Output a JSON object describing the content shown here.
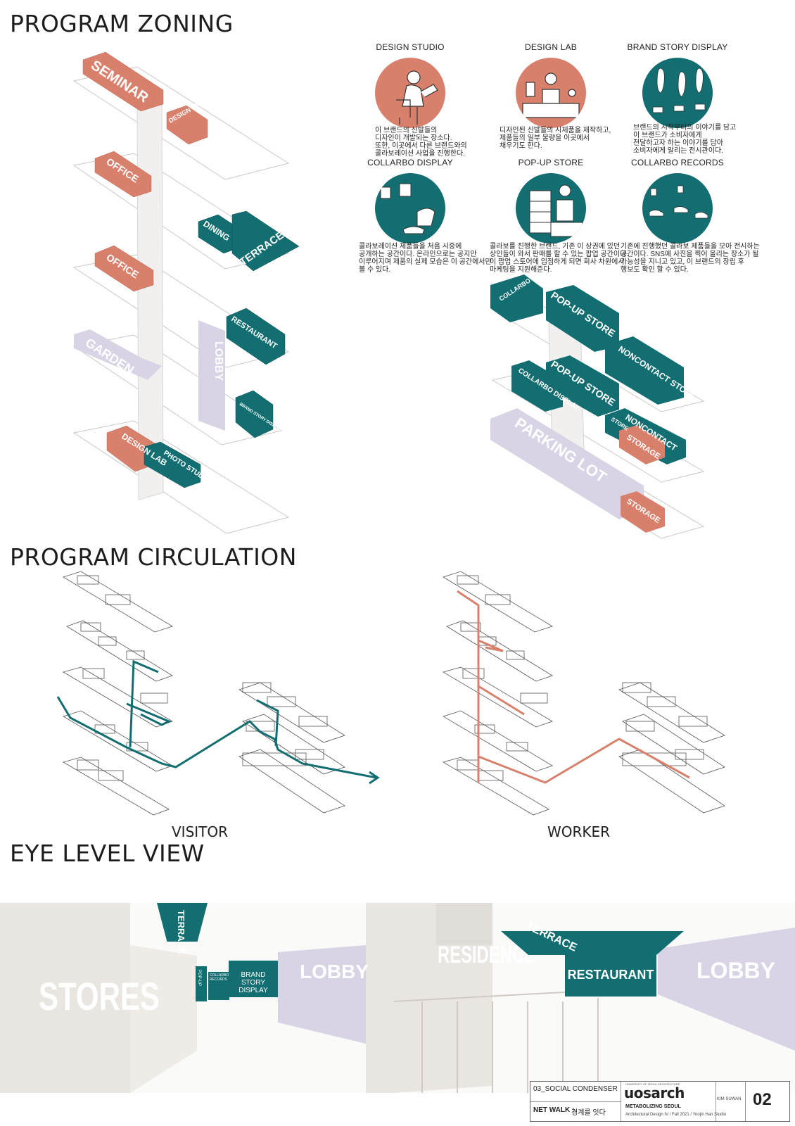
{
  "titles": {
    "zoning": "PROGRAM ZONING",
    "circulation": "PROGRAM CIRCULATION",
    "eye_level": "EYE LEVEL VIEW"
  },
  "colors": {
    "salmon": "#D8806C",
    "teal": "#126E70",
    "lavender": "#D8D4E6",
    "grey": "#E9E6E1"
  },
  "zoning_labels": {
    "seminar": "SEMINAR",
    "design_studio": "DESIGN STUDIO",
    "office1": "OFFICE",
    "office2": "OFFICE",
    "dining": "DINING",
    "terrace": "TERRACE",
    "restaurant": "RESTAURANT",
    "garden": "GARDEN",
    "lobby": "LOBBY",
    "brand_story_display": "BRAND STORY DISPLAY",
    "design_lab": "DESIGN LAB",
    "photo_studio": "PHOTO STUDIO",
    "collarbo_records": "COLLARBO RECORDS",
    "popup_store1": "POP-UP STORE",
    "noncontact_store1": "NONCONTACT STORE",
    "collarbo_display": "COLLARBO DISPLAY",
    "popup_store2": "POP-UP STORE",
    "noncontact_store2": "NONCONTACT",
    "store_small": "STORE",
    "storage1": "STORAGE",
    "parking_lot": "PARKING LOT",
    "storage2": "STORAGE"
  },
  "programs": [
    {
      "title": "DESIGN STUDIO",
      "color": "salmon",
      "icon": "designer-at-desk-icon",
      "desc": "이 브랜드의 신발들의\n디자인이 개발되는 장소다.\n또한, 이곳에서 다른 브랜드와의\n콜라보레이션 사업을 진행한다."
    },
    {
      "title": "DESIGN LAB",
      "color": "salmon",
      "icon": "lab-worker-icon",
      "desc": "디자인된 신발들의 시제품을 제작하고,\n제품들의 일부 물량을 이곳에서\n채우기도 한다."
    },
    {
      "title": "BRAND STORY DISPLAY",
      "color": "teal",
      "icon": "shoe-display-icon",
      "desc": "브랜드의 시작부터의 이야기를 담고\n이 브랜드가 소비자에게\n전달하고자 하는 이야기를 담아\n소비자에게 알리는 전시관이다."
    },
    {
      "title": "COLLARBO DISPLAY",
      "color": "teal",
      "icon": "gallery-chair-icon",
      "desc": "콜라보레이션 제품들을 처음 시중에\n공개하는 공간이다. 온라인으로는 공지만\n이루어지며 제품의 실제 모습은 이 공간에서만\n볼 수 있다."
    },
    {
      "title": "POP-UP STORE",
      "color": "teal",
      "icon": "shop-keeper-icon",
      "desc": "콜라보를 진행한 브랜드, 기존 이 상권에 있던\n상인들이 와서 판매를 할 수 있는 팝업 공간이다.\n이 팝업 스토어에 입점하게 되면 회사 차원에서\n마케팅을 지원해준다."
    },
    {
      "title": "COLLARBO RECORDS",
      "color": "teal",
      "icon": "shoe-wall-icon",
      "desc": "기존에 진행했던 콜라보 제품들을 모아 전시하는\n공간이다. SNS에 사진을 찍어 올리는 장소가 될\n가능성을 지니고 있고, 이 브랜드의 장립 후\n행보도 확인 할 수 있다."
    }
  ],
  "circulation": {
    "visitor": "VISITOR",
    "worker": "WORKER"
  },
  "eye_view": {
    "stores": "STORES",
    "terrace": "TERRACE",
    "popup": "POP-UP",
    "collarbo_records": "COLLARBO RECORDS",
    "brand_story_display": "BRAND STORY DISPLAY",
    "lobby1": "LOBBY",
    "residence": "RESIDENCE",
    "terrace2": "TERRACE",
    "restaurant": "RESTAURANT",
    "lobby2": "LOBBY"
  },
  "title_block": {
    "project": "03_SOCIAL CONDENSER",
    "subtitle_bold": "NET WALK : ",
    "subtitle_kr": "경계를 잇다",
    "logo": "uosarch",
    "logo_small": "UNIVERSITY OF SEOUL ARCHITECTURE",
    "course": "METABOLIZING SEOUL",
    "course_detail": "Architectural Design IV / Fall 2021 / Yoojin Han Studio",
    "author": "KIM SUWAN",
    "sheet": "02"
  }
}
